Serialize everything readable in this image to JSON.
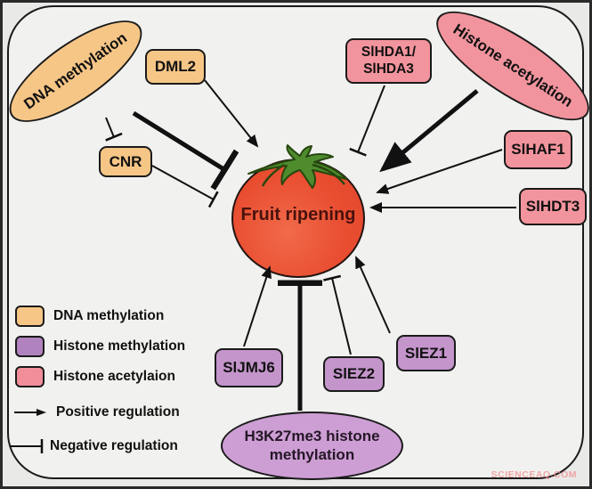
{
  "center": {
    "label": "Fruit ripening"
  },
  "nodes": {
    "dna_methylation": {
      "label": "DNA methylation"
    },
    "dml2": {
      "label": "DML2"
    },
    "cnr": {
      "label": "CNR"
    },
    "slhda": {
      "line1": "SlHDA1/",
      "line2": "SlHDA3"
    },
    "histone_acetylation": {
      "label": "Histone acetylation"
    },
    "slhaf1": {
      "label": "SlHAF1"
    },
    "slhdt3": {
      "label": "SlHDT3"
    },
    "sljmj6": {
      "label": "SlJMJ6"
    },
    "slez2": {
      "label": "SlEZ2"
    },
    "slez1": {
      "label": "SlEZ1"
    },
    "h3k27": {
      "line1": "H3K27me3 histone",
      "line2": "methylation"
    }
  },
  "legend": {
    "items": [
      {
        "label": "DNA methylation",
        "color": "#f6c687"
      },
      {
        "label": "Histone methylation",
        "color": "#b083bf"
      },
      {
        "label": "Histone acetylaion",
        "color": "#f18e99"
      },
      {
        "label": "Positive regulation",
        "icon": "arrow"
      },
      {
        "label": "Negative regulation",
        "icon": "tbar"
      }
    ]
  },
  "colors": {
    "dna_methylation": "#f6c687",
    "histone_methylation": "#c495cb",
    "histone_acetylation": "#f2949d",
    "tomato": "#e94e31",
    "background": "#f1f1ef"
  },
  "watermark": "SCIENCEAQ.COM"
}
